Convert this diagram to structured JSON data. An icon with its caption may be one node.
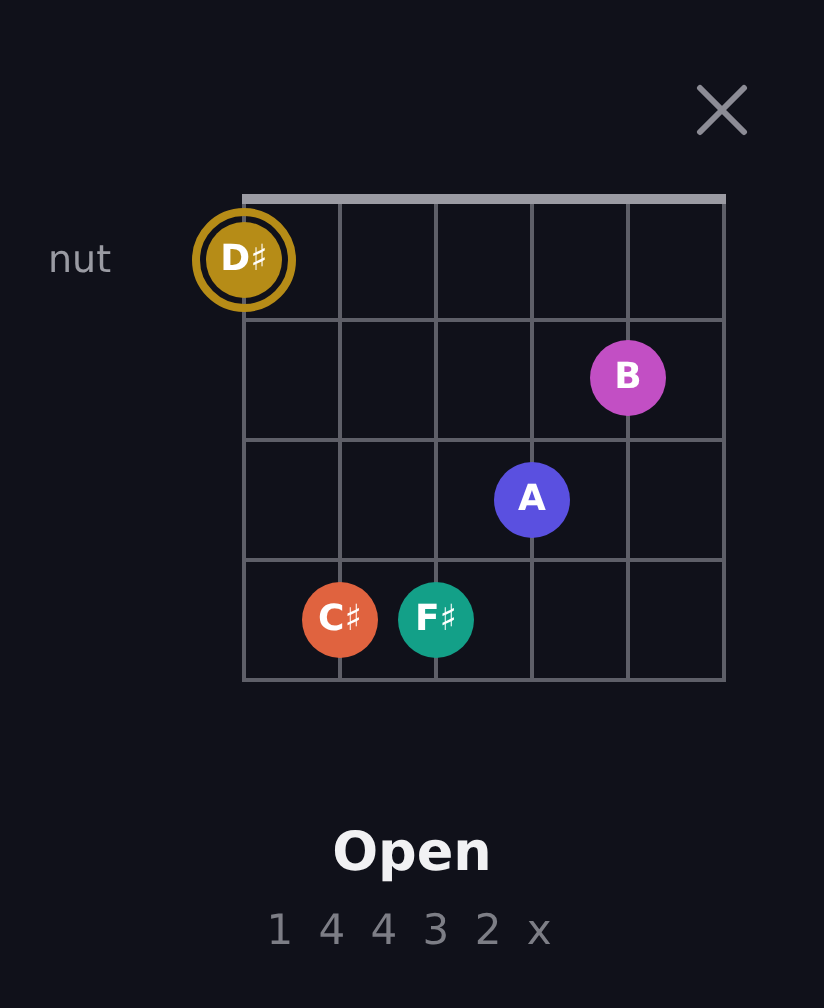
{
  "diagram": {
    "title": "Open",
    "caption": "1 4 4 3 2 x",
    "nodes": [
      {
        "text": [
          "D♯"
        ]
      },
      {
        "text": [
          "B"
        ]
      },
      {
        "text": [
          "A"
        ]
      },
      {
        "text": [
          "C♯"
        ]
      },
      {
        "text": [
          "F♯"
        ]
      }
    ],
    "labels": [
      "nut"
    ]
  }
}
